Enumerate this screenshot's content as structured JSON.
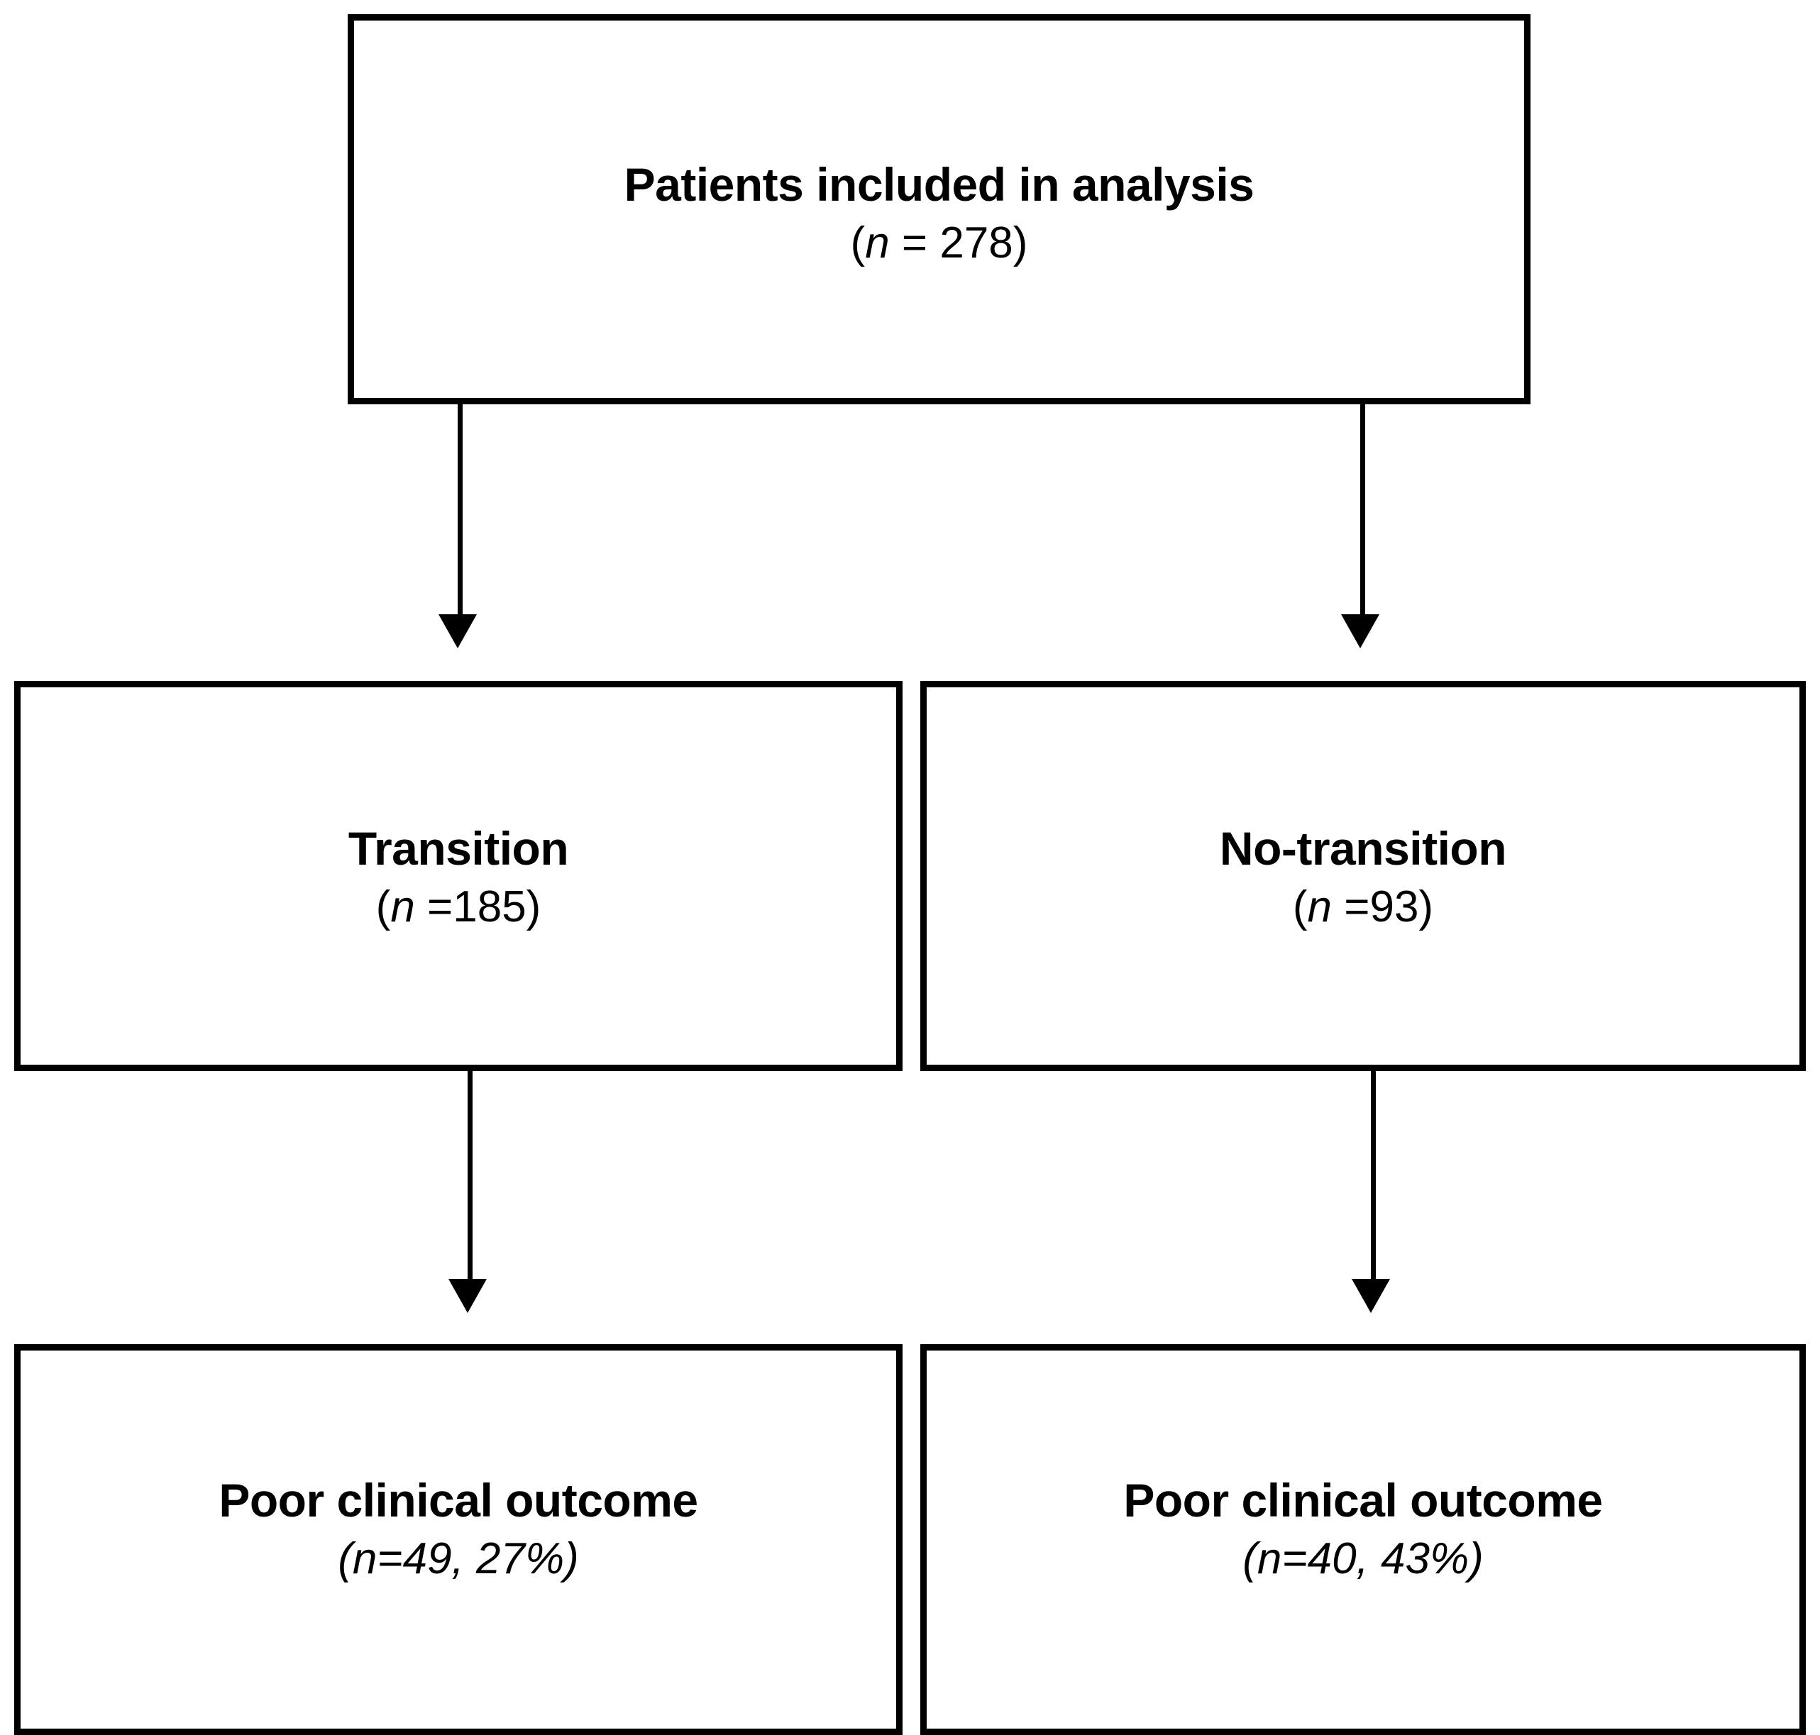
{
  "diagram": {
    "type": "flowchart",
    "title": "Patient flow diagram",
    "orientation": "top-down",
    "colors": {
      "background": "#ffffff",
      "border": "#000000",
      "text": "#000000"
    },
    "nodes": [
      {
        "id": "patients-included",
        "title": "Patients included in analysis",
        "count_prefix": "(",
        "count_var": "n",
        "count_value": " = 278)",
        "n": 278,
        "row": 1
      },
      {
        "id": "transition",
        "title": "Transition",
        "count_prefix": "(",
        "count_var": "n",
        "count_value": " =185)",
        "n": 185,
        "row": 2
      },
      {
        "id": "no-transition",
        "title": "No-transition",
        "count_prefix": "(",
        "count_var": "n",
        "count_value": " =93)",
        "n": 93,
        "row": 2
      },
      {
        "id": "poor-outcome-transition",
        "title": "Poor clinical outcome",
        "count_prefix": "(",
        "count_var": "n",
        "count_value": "=49, 27%)",
        "n": 49,
        "percent": "27%",
        "row": 3
      },
      {
        "id": "poor-outcome-no-transition",
        "title": "Poor clinical outcome",
        "count_prefix": "(",
        "count_var": "n",
        "count_value": "=40, 43%)",
        "n": 40,
        "percent": "43%",
        "row": 3
      }
    ],
    "edges": [
      {
        "id": "edge-top-to-transition",
        "from": "patients-included",
        "to": "transition",
        "arrow": "down-arrow-icon"
      },
      {
        "id": "edge-top-to-no-transition",
        "from": "patients-included",
        "to": "no-transition",
        "arrow": "down-arrow-icon"
      },
      {
        "id": "edge-transition-to-outcome",
        "from": "transition",
        "to": "poor-outcome-transition",
        "arrow": "down-arrow-icon"
      },
      {
        "id": "edge-no-transition-to-outcome",
        "from": "no-transition",
        "to": "poor-outcome-no-transition",
        "arrow": "down-arrow-icon"
      }
    ]
  }
}
